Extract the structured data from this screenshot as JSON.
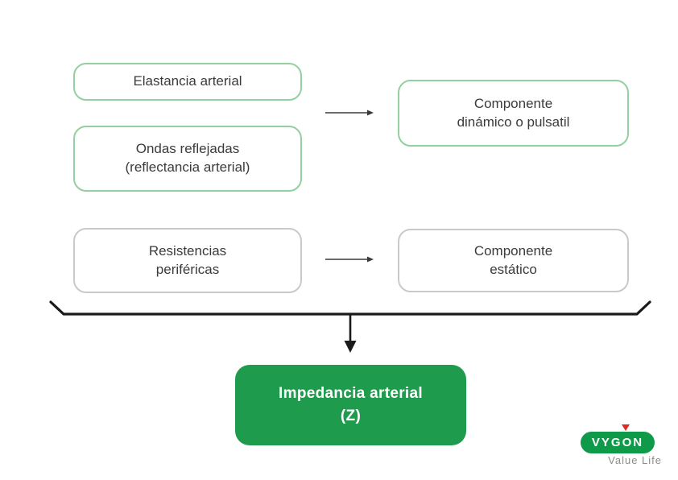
{
  "diagram": {
    "boxes": {
      "elastancia": {
        "label": "Elastancia arterial",
        "border_color": "#94cf9f"
      },
      "ondas": {
        "label": "Ondas reflejadas\n(reflectancia arterial)",
        "border_color": "#94cf9f"
      },
      "dinamico": {
        "label": "Componente\ndinámico o pulsatil",
        "border_color": "#94cf9f"
      },
      "resistencias": {
        "label": "Resistencias\nperiféricas",
        "border_color": "#c9c9c9"
      },
      "estatico": {
        "label": "Componente\nestático",
        "border_color": "#c9c9c9"
      },
      "impedancia": {
        "label": "Impedancia arterial\n(Z)",
        "fill_color": "#1e9b4d",
        "text_color": "#ffffff"
      }
    },
    "connections": [
      {
        "from": "elastancia/ondas",
        "to": "dinamico",
        "type": "arrow-right"
      },
      {
        "from": "resistencias",
        "to": "estatico",
        "type": "arrow-right"
      },
      {
        "from": "all-rows",
        "to": "impedancia",
        "type": "brace-with-down-arrow"
      }
    ]
  },
  "logo": {
    "brand": "VYGON",
    "tagline": "Value Life",
    "pill_color": "#0f9a49",
    "triangle_color": "#e02b20",
    "tagline_color": "#8c8c8c"
  },
  "colors": {
    "background": "#ffffff",
    "text": "#3b3b3b",
    "green_border": "#94cf9f",
    "gray_border": "#c9c9c9",
    "green_fill": "#1e9b4d",
    "line_black": "#1a1a1a"
  }
}
